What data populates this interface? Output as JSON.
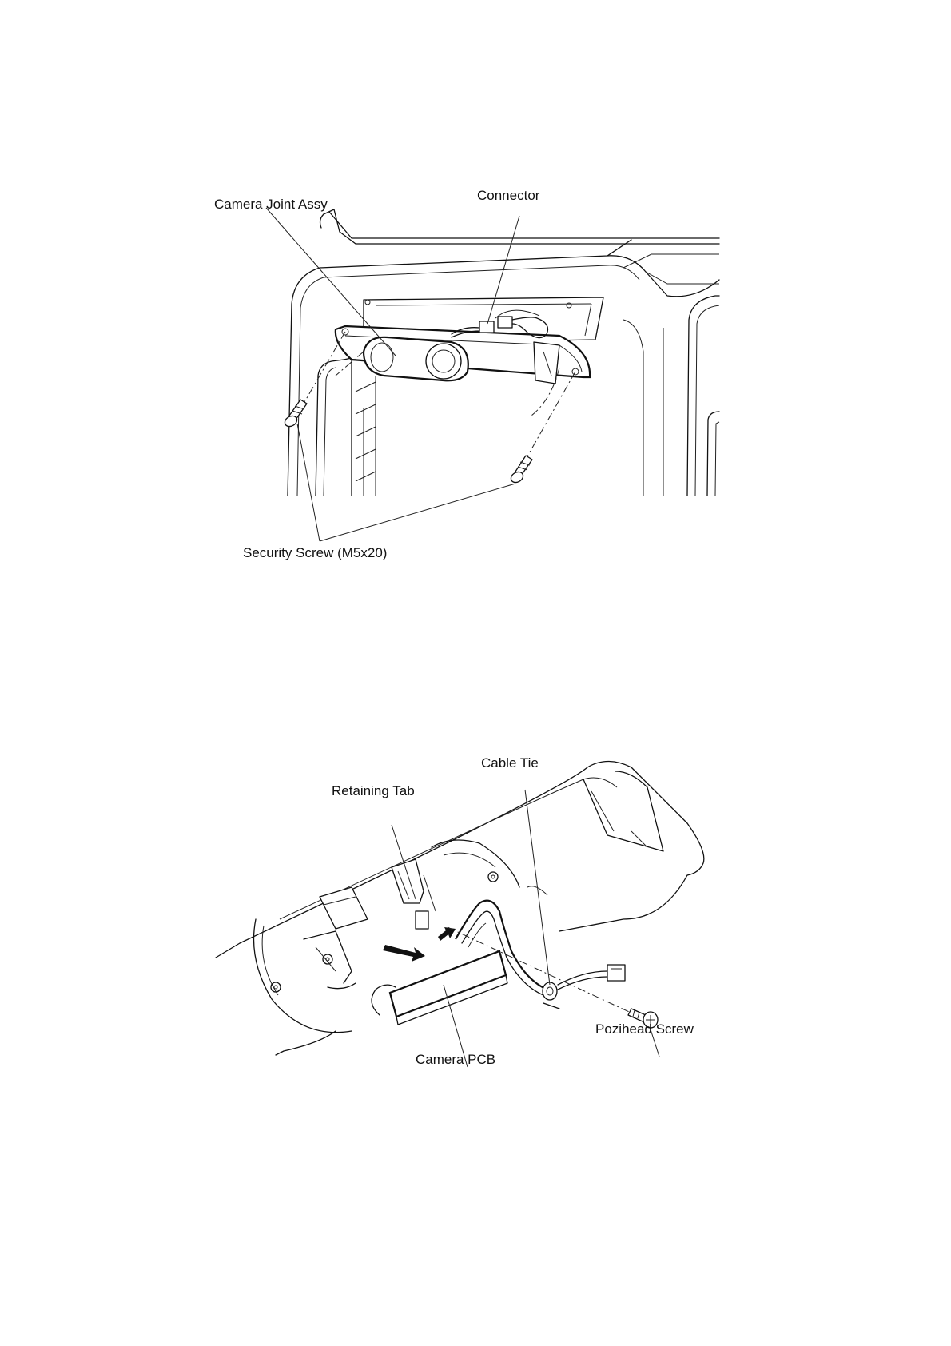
{
  "figure1": {
    "labels": {
      "camera_joint_assy": "Camera Joint Assy",
      "connector": "Connector",
      "security_screw": "Security Screw (M5x20)"
    }
  },
  "figure2": {
    "labels": {
      "cable_tie": "Cable Tie",
      "retaining_tab": "Retaining Tab",
      "pozihead_screw": "Pozihead Screw",
      "camera_pcb": "Camera PCB"
    }
  }
}
